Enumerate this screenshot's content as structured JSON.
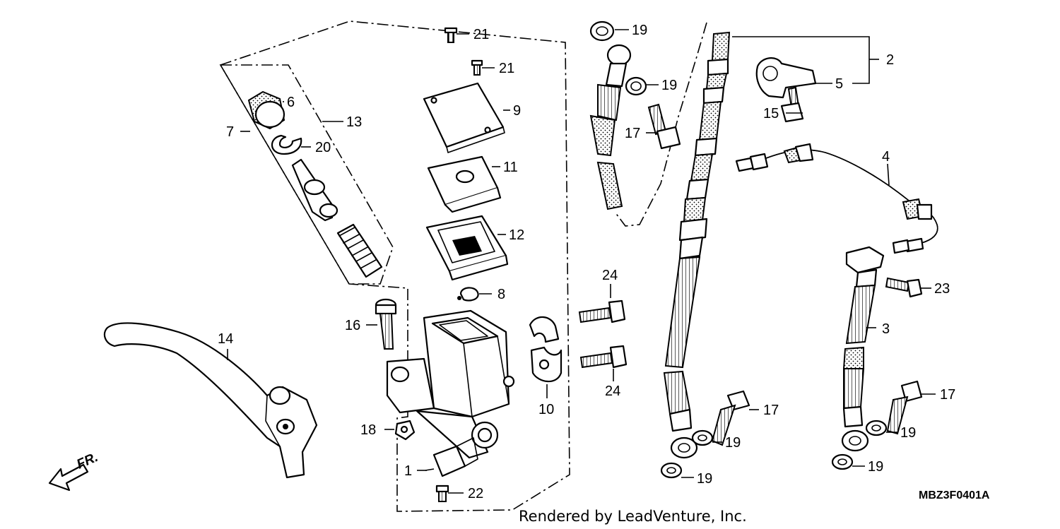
{
  "callouts": [
    {
      "id": "c1",
      "text": "1"
    },
    {
      "id": "c2",
      "text": "2"
    },
    {
      "id": "c3",
      "text": "3"
    },
    {
      "id": "c4",
      "text": "4"
    },
    {
      "id": "c5",
      "text": "5"
    },
    {
      "id": "c6",
      "text": "6"
    },
    {
      "id": "c7",
      "text": "7"
    },
    {
      "id": "c8",
      "text": "8"
    },
    {
      "id": "c9",
      "text": "9"
    },
    {
      "id": "c10",
      "text": "10"
    },
    {
      "id": "c11",
      "text": "11"
    },
    {
      "id": "c12",
      "text": "12"
    },
    {
      "id": "c13",
      "text": "13"
    },
    {
      "id": "c14",
      "text": "14"
    },
    {
      "id": "c15",
      "text": "15"
    },
    {
      "id": "c16",
      "text": "16"
    },
    {
      "id": "c17a",
      "text": "17"
    },
    {
      "id": "c17b",
      "text": "17"
    },
    {
      "id": "c17c",
      "text": "17"
    },
    {
      "id": "c18",
      "text": "18"
    },
    {
      "id": "c19a",
      "text": "19"
    },
    {
      "id": "c19b",
      "text": "19"
    },
    {
      "id": "c19c",
      "text": "19"
    },
    {
      "id": "c19d",
      "text": "19"
    },
    {
      "id": "c19e",
      "text": "19"
    },
    {
      "id": "c19f",
      "text": "19"
    },
    {
      "id": "c20",
      "text": "20"
    },
    {
      "id": "c21a",
      "text": "21"
    },
    {
      "id": "c21b",
      "text": "21"
    },
    {
      "id": "c22",
      "text": "22"
    },
    {
      "id": "c23",
      "text": "23"
    },
    {
      "id": "c24a",
      "text": "24"
    },
    {
      "id": "c24b",
      "text": "24"
    }
  ],
  "direction_label": "FR.",
  "diagram_code": "MBZ3F0401A",
  "footer": "Rendered by LeadVenture, Inc."
}
